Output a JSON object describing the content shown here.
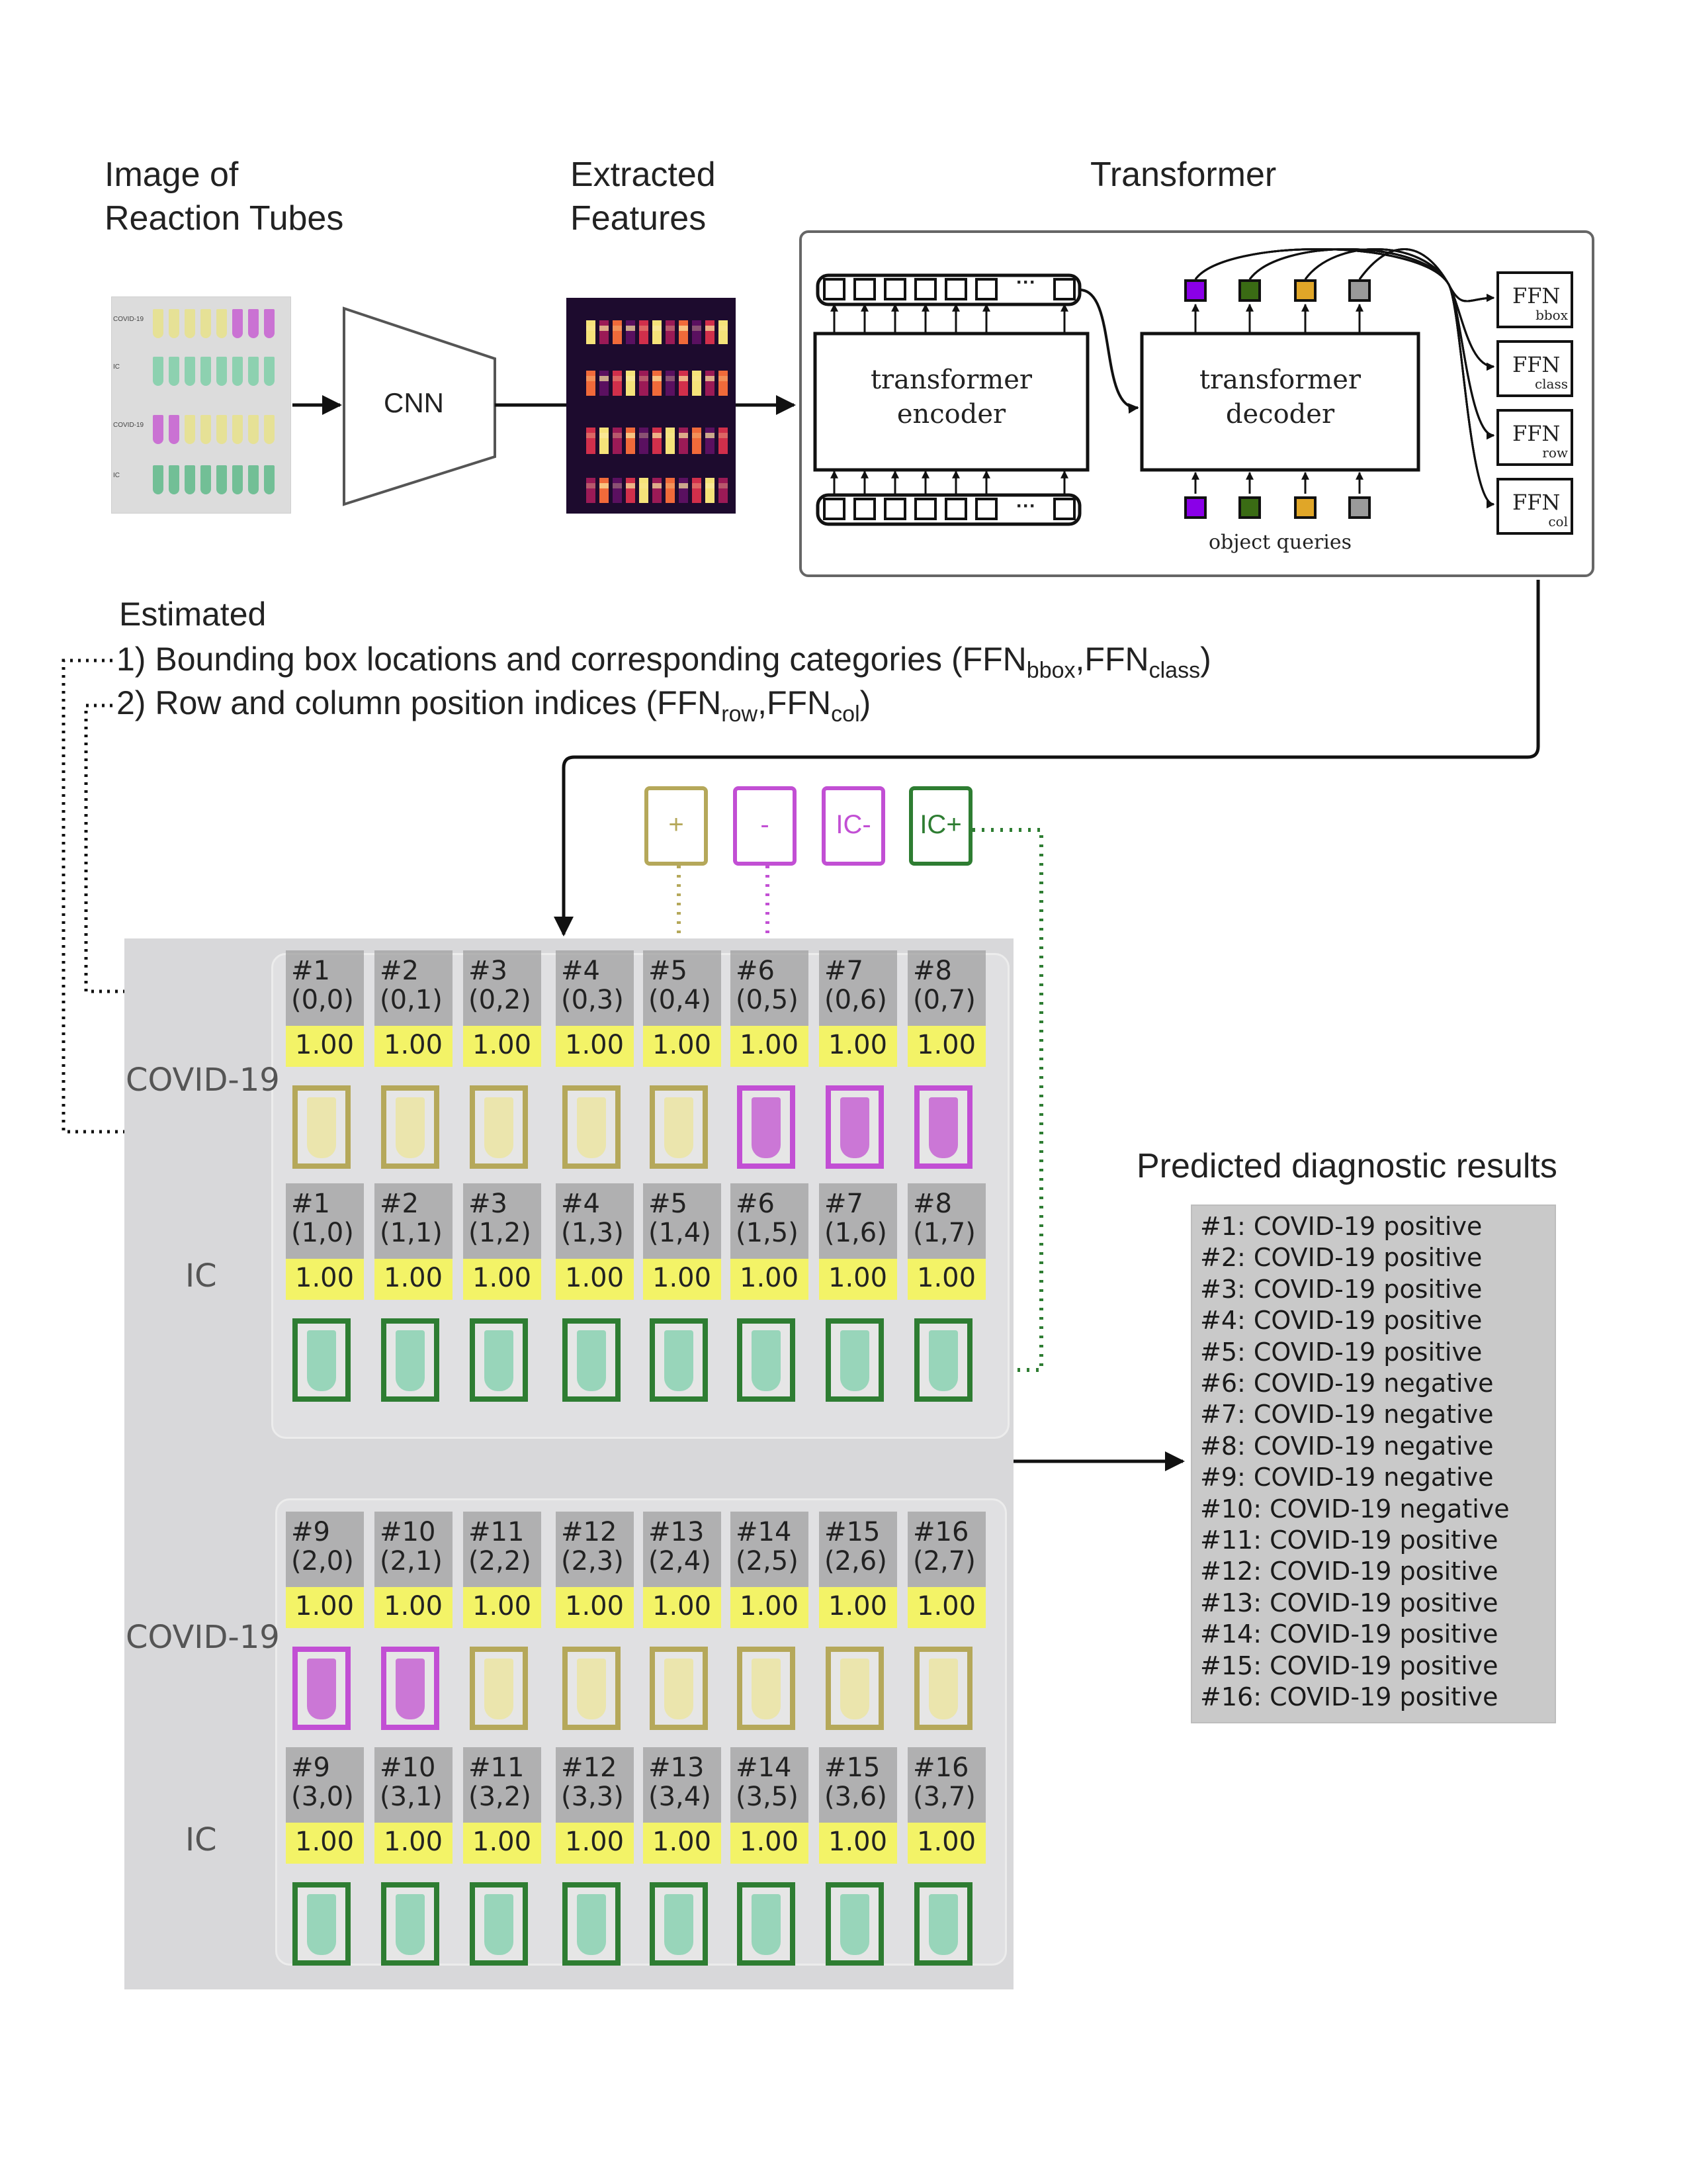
{
  "headers": {
    "input_line1": "Image of",
    "input_line2": "Reaction Tubes",
    "cnn": "CNN",
    "features_line1": "Extracted",
    "features_line2": "Features",
    "transformer": "Transformer"
  },
  "transformer": {
    "encoder_line1": "transformer",
    "encoder_line2": "encoder",
    "decoder_line1": "transformer",
    "decoder_line2": "decoder",
    "ellipsis": "···",
    "object_queries": "object queries",
    "query_colors": [
      "#8a00e8",
      "#3a6b14",
      "#e0a628",
      "#9a9a9a"
    ],
    "ffn": [
      {
        "label": "FFN",
        "sub": "bbox"
      },
      {
        "label": "FFN",
        "sub": "class"
      },
      {
        "label": "FFN",
        "sub": "row"
      },
      {
        "label": "FFN",
        "sub": "col"
      }
    ]
  },
  "estimated": {
    "title": "Estimated",
    "line1_text": "1) Bounding box locations and corresponding categories (FFN",
    "line1_sub1": "bbox",
    "line1_mid": ",FFN",
    "line1_sub2": "class",
    "line1_end": ")",
    "line2_text": "2) Row and column position indices (FFN",
    "line2_sub1": "row",
    "line2_mid": ",FFN",
    "line2_sub2": "col",
    "line2_end": ")"
  },
  "legend": [
    {
      "label": "+",
      "color": "#b5a85a"
    },
    {
      "label": "-",
      "color": "#c24fd4"
    },
    {
      "label": "IC-",
      "color": "#c24fd4"
    },
    {
      "label": "IC+",
      "color": "#2e7d32"
    }
  ],
  "plate": {
    "row_labels": [
      "COVID-19",
      "IC",
      "COVID-19",
      "IC"
    ],
    "rows": [
      {
        "type": "covid",
        "cells": [
          {
            "id": "#1",
            "pos": "(0,0)",
            "score": "1.00",
            "color": "yellow"
          },
          {
            "id": "#2",
            "pos": "(0,1)",
            "score": "1.00",
            "color": "yellow"
          },
          {
            "id": "#3",
            "pos": "(0,2)",
            "score": "1.00",
            "color": "yellow"
          },
          {
            "id": "#4",
            "pos": "(0,3)",
            "score": "1.00",
            "color": "yellow"
          },
          {
            "id": "#5",
            "pos": "(0,4)",
            "score": "1.00",
            "color": "yellow"
          },
          {
            "id": "#6",
            "pos": "(0,5)",
            "score": "1.00",
            "color": "magenta"
          },
          {
            "id": "#7",
            "pos": "(0,6)",
            "score": "1.00",
            "color": "magenta"
          },
          {
            "id": "#8",
            "pos": "(0,7)",
            "score": "1.00",
            "color": "magenta"
          }
        ]
      },
      {
        "type": "ic",
        "cells": [
          {
            "id": "#1",
            "pos": "(1,0)",
            "score": "1.00",
            "color": "green"
          },
          {
            "id": "#2",
            "pos": "(1,1)",
            "score": "1.00",
            "color": "green"
          },
          {
            "id": "#3",
            "pos": "(1,2)",
            "score": "1.00",
            "color": "green"
          },
          {
            "id": "#4",
            "pos": "(1,3)",
            "score": "1.00",
            "color": "green"
          },
          {
            "id": "#5",
            "pos": "(1,4)",
            "score": "1.00",
            "color": "green"
          },
          {
            "id": "#6",
            "pos": "(1,5)",
            "score": "1.00",
            "color": "green"
          },
          {
            "id": "#7",
            "pos": "(1,6)",
            "score": "1.00",
            "color": "green"
          },
          {
            "id": "#8",
            "pos": "(1,7)",
            "score": "1.00",
            "color": "green"
          }
        ]
      },
      {
        "type": "covid",
        "cells": [
          {
            "id": "#9",
            "pos": "(2,0)",
            "score": "1.00",
            "color": "magenta"
          },
          {
            "id": "#10",
            "pos": "(2,1)",
            "score": "1.00",
            "color": "magenta"
          },
          {
            "id": "#11",
            "pos": "(2,2)",
            "score": "1.00",
            "color": "yellow"
          },
          {
            "id": "#12",
            "pos": "(2,3)",
            "score": "1.00",
            "color": "yellow"
          },
          {
            "id": "#13",
            "pos": "(2,4)",
            "score": "1.00",
            "color": "yellow"
          },
          {
            "id": "#14",
            "pos": "(2,5)",
            "score": "1.00",
            "color": "yellow"
          },
          {
            "id": "#15",
            "pos": "(2,6)",
            "score": "1.00",
            "color": "yellow"
          },
          {
            "id": "#16",
            "pos": "(2,7)",
            "score": "1.00",
            "color": "yellow"
          }
        ]
      },
      {
        "type": "ic",
        "cells": [
          {
            "id": "#9",
            "pos": "(3,0)",
            "score": "1.00",
            "color": "green"
          },
          {
            "id": "#10",
            "pos": "(3,1)",
            "score": "1.00",
            "color": "green"
          },
          {
            "id": "#11",
            "pos": "(3,2)",
            "score": "1.00",
            "color": "green"
          },
          {
            "id": "#12",
            "pos": "(3,3)",
            "score": "1.00",
            "color": "green"
          },
          {
            "id": "#13",
            "pos": "(3,4)",
            "score": "1.00",
            "color": "green"
          },
          {
            "id": "#14",
            "pos": "(3,5)",
            "score": "1.00",
            "color": "green"
          },
          {
            "id": "#15",
            "pos": "(3,6)",
            "score": "1.00",
            "color": "green"
          },
          {
            "id": "#16",
            "pos": "(3,7)",
            "score": "1.00",
            "color": "green"
          }
        ]
      }
    ]
  },
  "results": {
    "title": "Predicted diagnostic results",
    "items": [
      "#1: COVID-19 positive",
      "#2: COVID-19 positive",
      "#3: COVID-19 positive",
      "#4: COVID-19 positive",
      "#5: COVID-19 positive",
      "#6: COVID-19 negative",
      "#7: COVID-19 negative",
      "#8: COVID-19 negative",
      "#9: COVID-19 negative",
      "#10: COVID-19 negative",
      "#11: COVID-19 positive",
      "#12: COVID-19 positive",
      "#13: COVID-19 positive",
      "#14: COVID-19 positive",
      "#15: COVID-19 positive",
      "#16: COVID-19 positive"
    ]
  },
  "thumbnail": {
    "labels": [
      "COVID-19",
      "IC",
      "COVID-19",
      "IC"
    ]
  }
}
